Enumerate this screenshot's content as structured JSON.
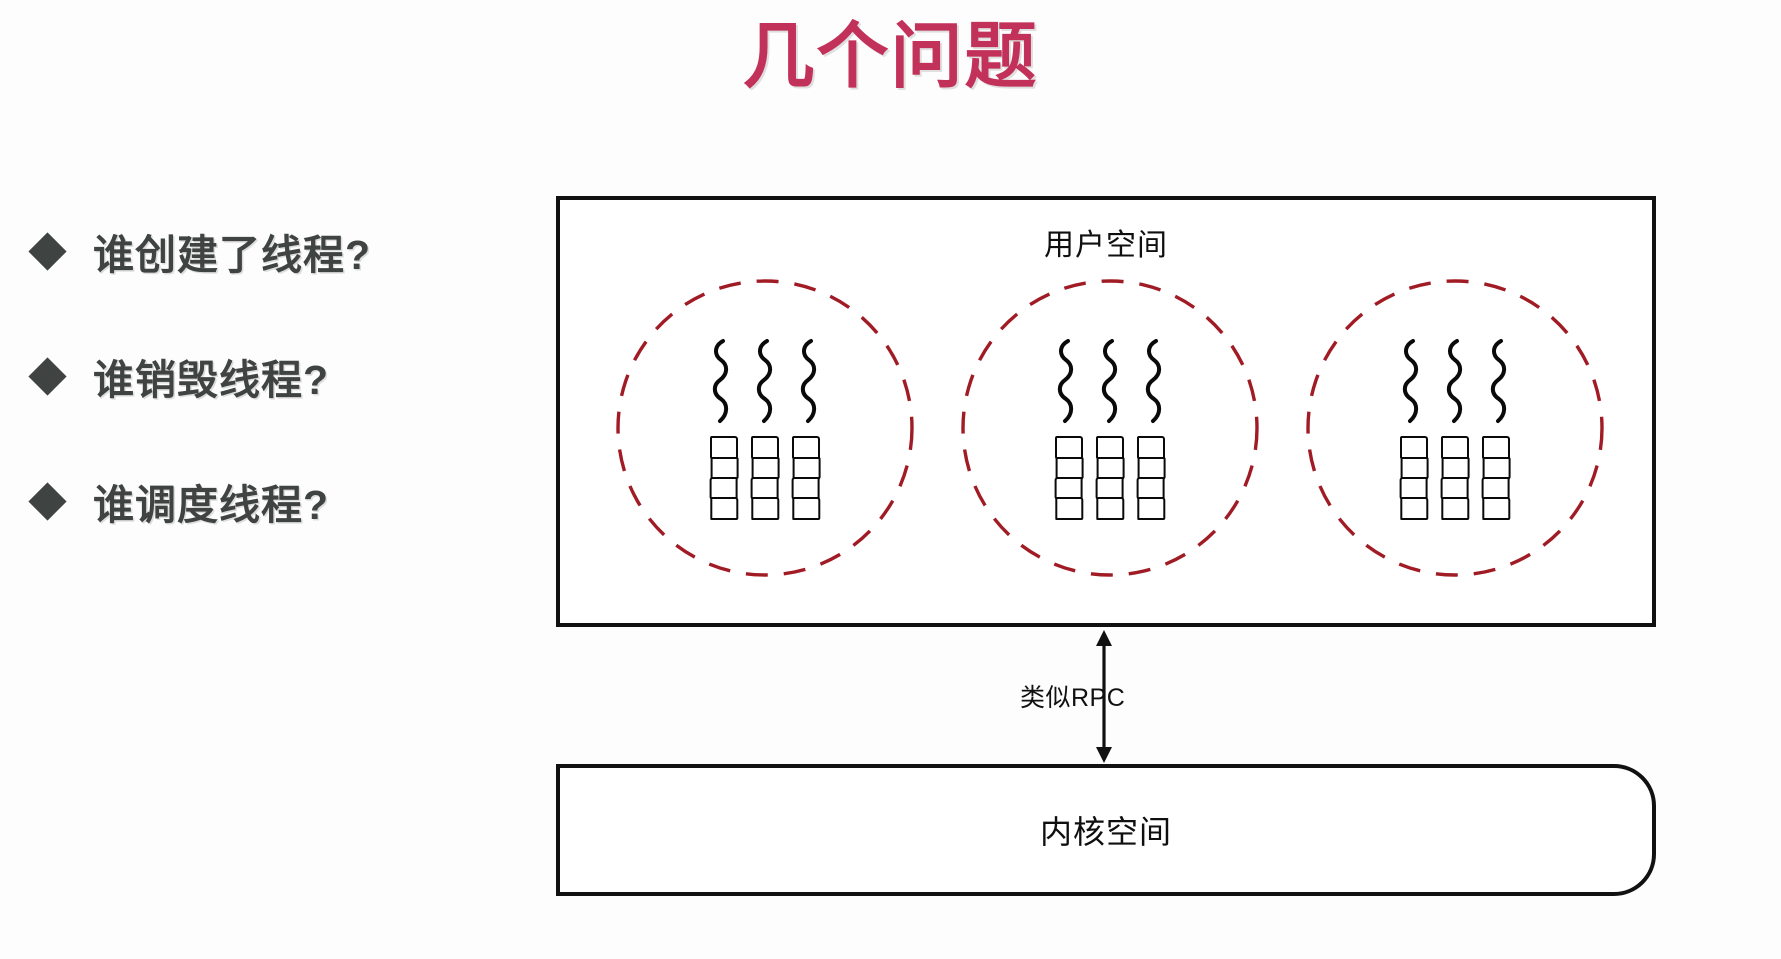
{
  "slide": {
    "title": "几个问题",
    "title_color": "#c2315a",
    "background": "#fdfdfd"
  },
  "bullets": {
    "marker": "diamond-bullet",
    "marker_color": "#3f4442",
    "items": [
      {
        "label": "谁创建了线程?"
      },
      {
        "label": "谁销毁线程?"
      },
      {
        "label": "谁调度线程?"
      }
    ]
  },
  "diagram": {
    "user_space": {
      "label": "用户空间",
      "border_color": "#111111",
      "processes": [
        {
          "name": "process-1",
          "threads": 3,
          "stack_columns": 3,
          "stack_cells_per_column": 4
        },
        {
          "name": "process-2",
          "threads": 3,
          "stack_columns": 3,
          "stack_cells_per_column": 4
        },
        {
          "name": "process-3",
          "threads": 3,
          "stack_columns": 3,
          "stack_cells_per_column": 4
        }
      ],
      "circle_color": "#a01b24",
      "circle_style": "dashed"
    },
    "connector": {
      "label": "类似RPC",
      "arrow": "double-headed-vertical-arrow",
      "color": "#111111"
    },
    "kernel_space": {
      "label": "内核空间",
      "border_color": "#111111"
    }
  }
}
